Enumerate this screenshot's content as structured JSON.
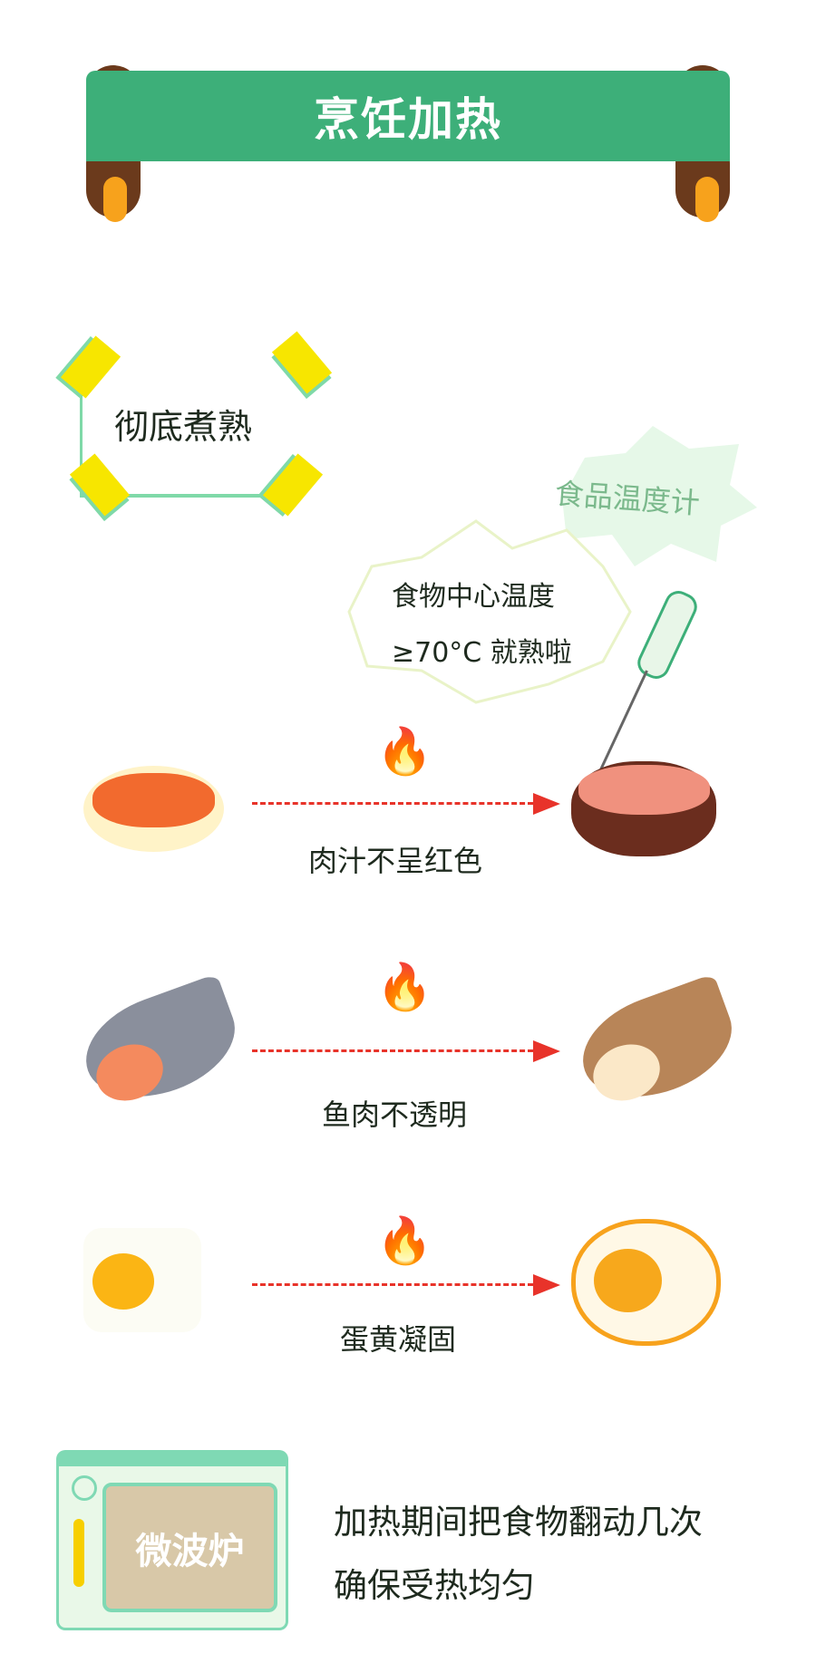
{
  "title": "烹饪加热",
  "section": "彻底煮熟",
  "thermometer_label": "食品温度计",
  "bubble": {
    "line1": "食物中心温度",
    "line2": "≥70°C 就熟啦"
  },
  "rows": [
    {
      "label": "肉汁不呈红色",
      "item": "meat"
    },
    {
      "label": "鱼肉不透明",
      "item": "fish"
    },
    {
      "label": "蛋黄凝固",
      "item": "egg"
    }
  ],
  "microwave": {
    "label": "微波炉",
    "tip_line1": "加热期间把食物翻动几次",
    "tip_line2": "确保受热均匀"
  },
  "colors": {
    "green": "#3daf79",
    "red": "#e8332a",
    "yellow": "#f7e600"
  }
}
